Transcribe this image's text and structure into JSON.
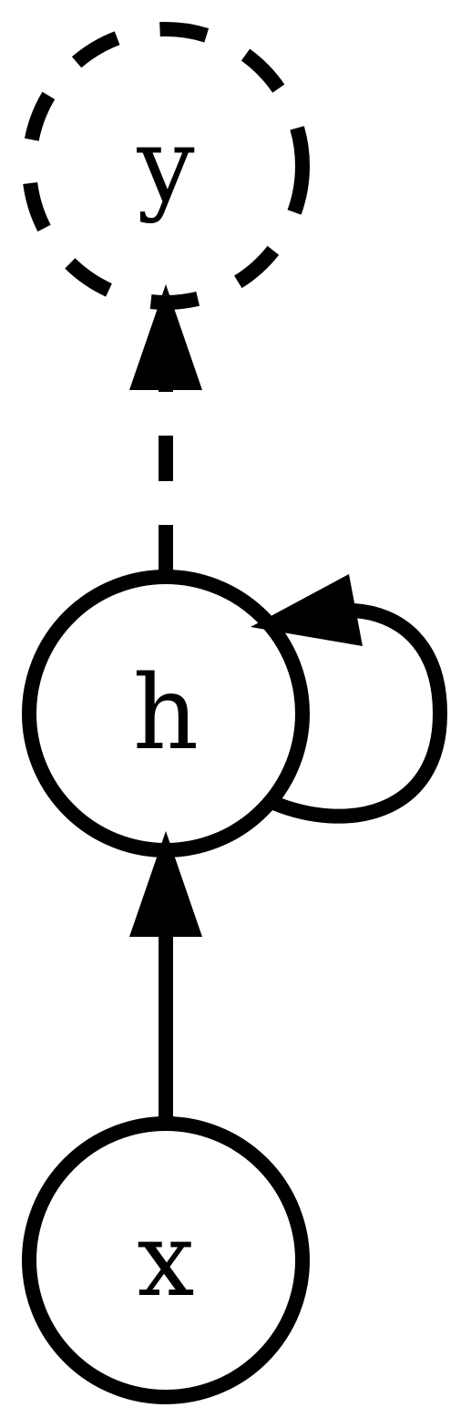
{
  "diagram": {
    "type": "rnn-unrolled-graph",
    "stroke_color": "#000000",
    "background_color": "#ffffff",
    "nodes": [
      {
        "id": "y",
        "label": "y",
        "style": "dashed"
      },
      {
        "id": "h",
        "label": "h",
        "style": "solid"
      },
      {
        "id": "x",
        "label": "x",
        "style": "solid"
      }
    ],
    "edges": [
      {
        "from": "x",
        "to": "h",
        "style": "solid"
      },
      {
        "from": "h",
        "to": "h",
        "style": "solid",
        "kind": "self-loop"
      },
      {
        "from": "h",
        "to": "y",
        "style": "dashed"
      }
    ]
  }
}
